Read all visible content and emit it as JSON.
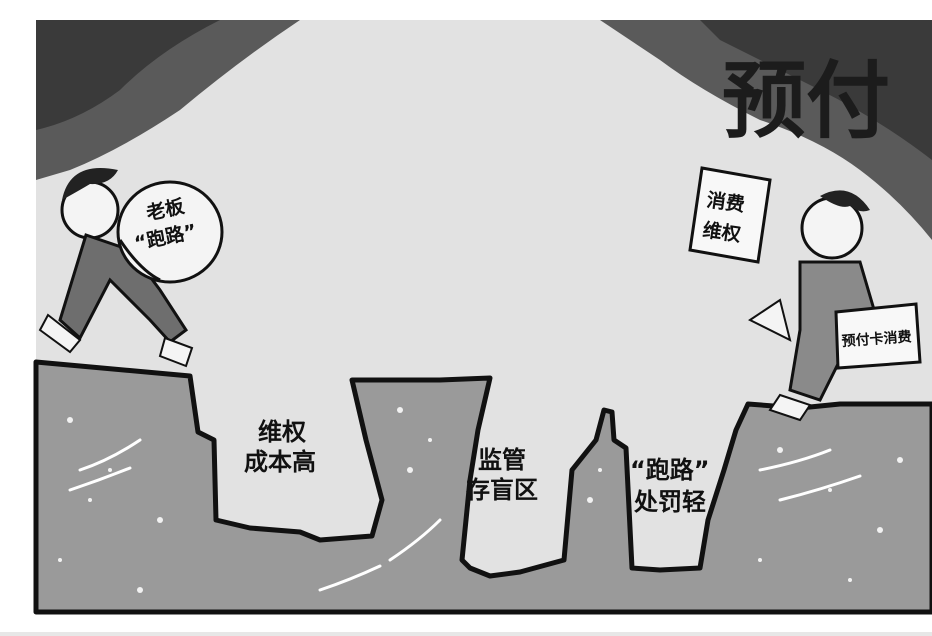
{
  "title": "预付",
  "sack": {
    "line1": "老板",
    "line2": "“跑路”"
  },
  "sign": {
    "line1": "消费",
    "line2": "维权"
  },
  "briefcase": "预付卡消费",
  "pits": [
    {
      "line1": "维权",
      "line2": "成本高"
    },
    {
      "line1": "监管",
      "line2": "存盲区"
    },
    {
      "line1": "“跑路”",
      "line2": "处罚轻"
    }
  ],
  "colors": {
    "sky": "#e2e2e2",
    "ground": "#9a9a9a",
    "ink": "#111111",
    "frame": "#ffffff"
  }
}
